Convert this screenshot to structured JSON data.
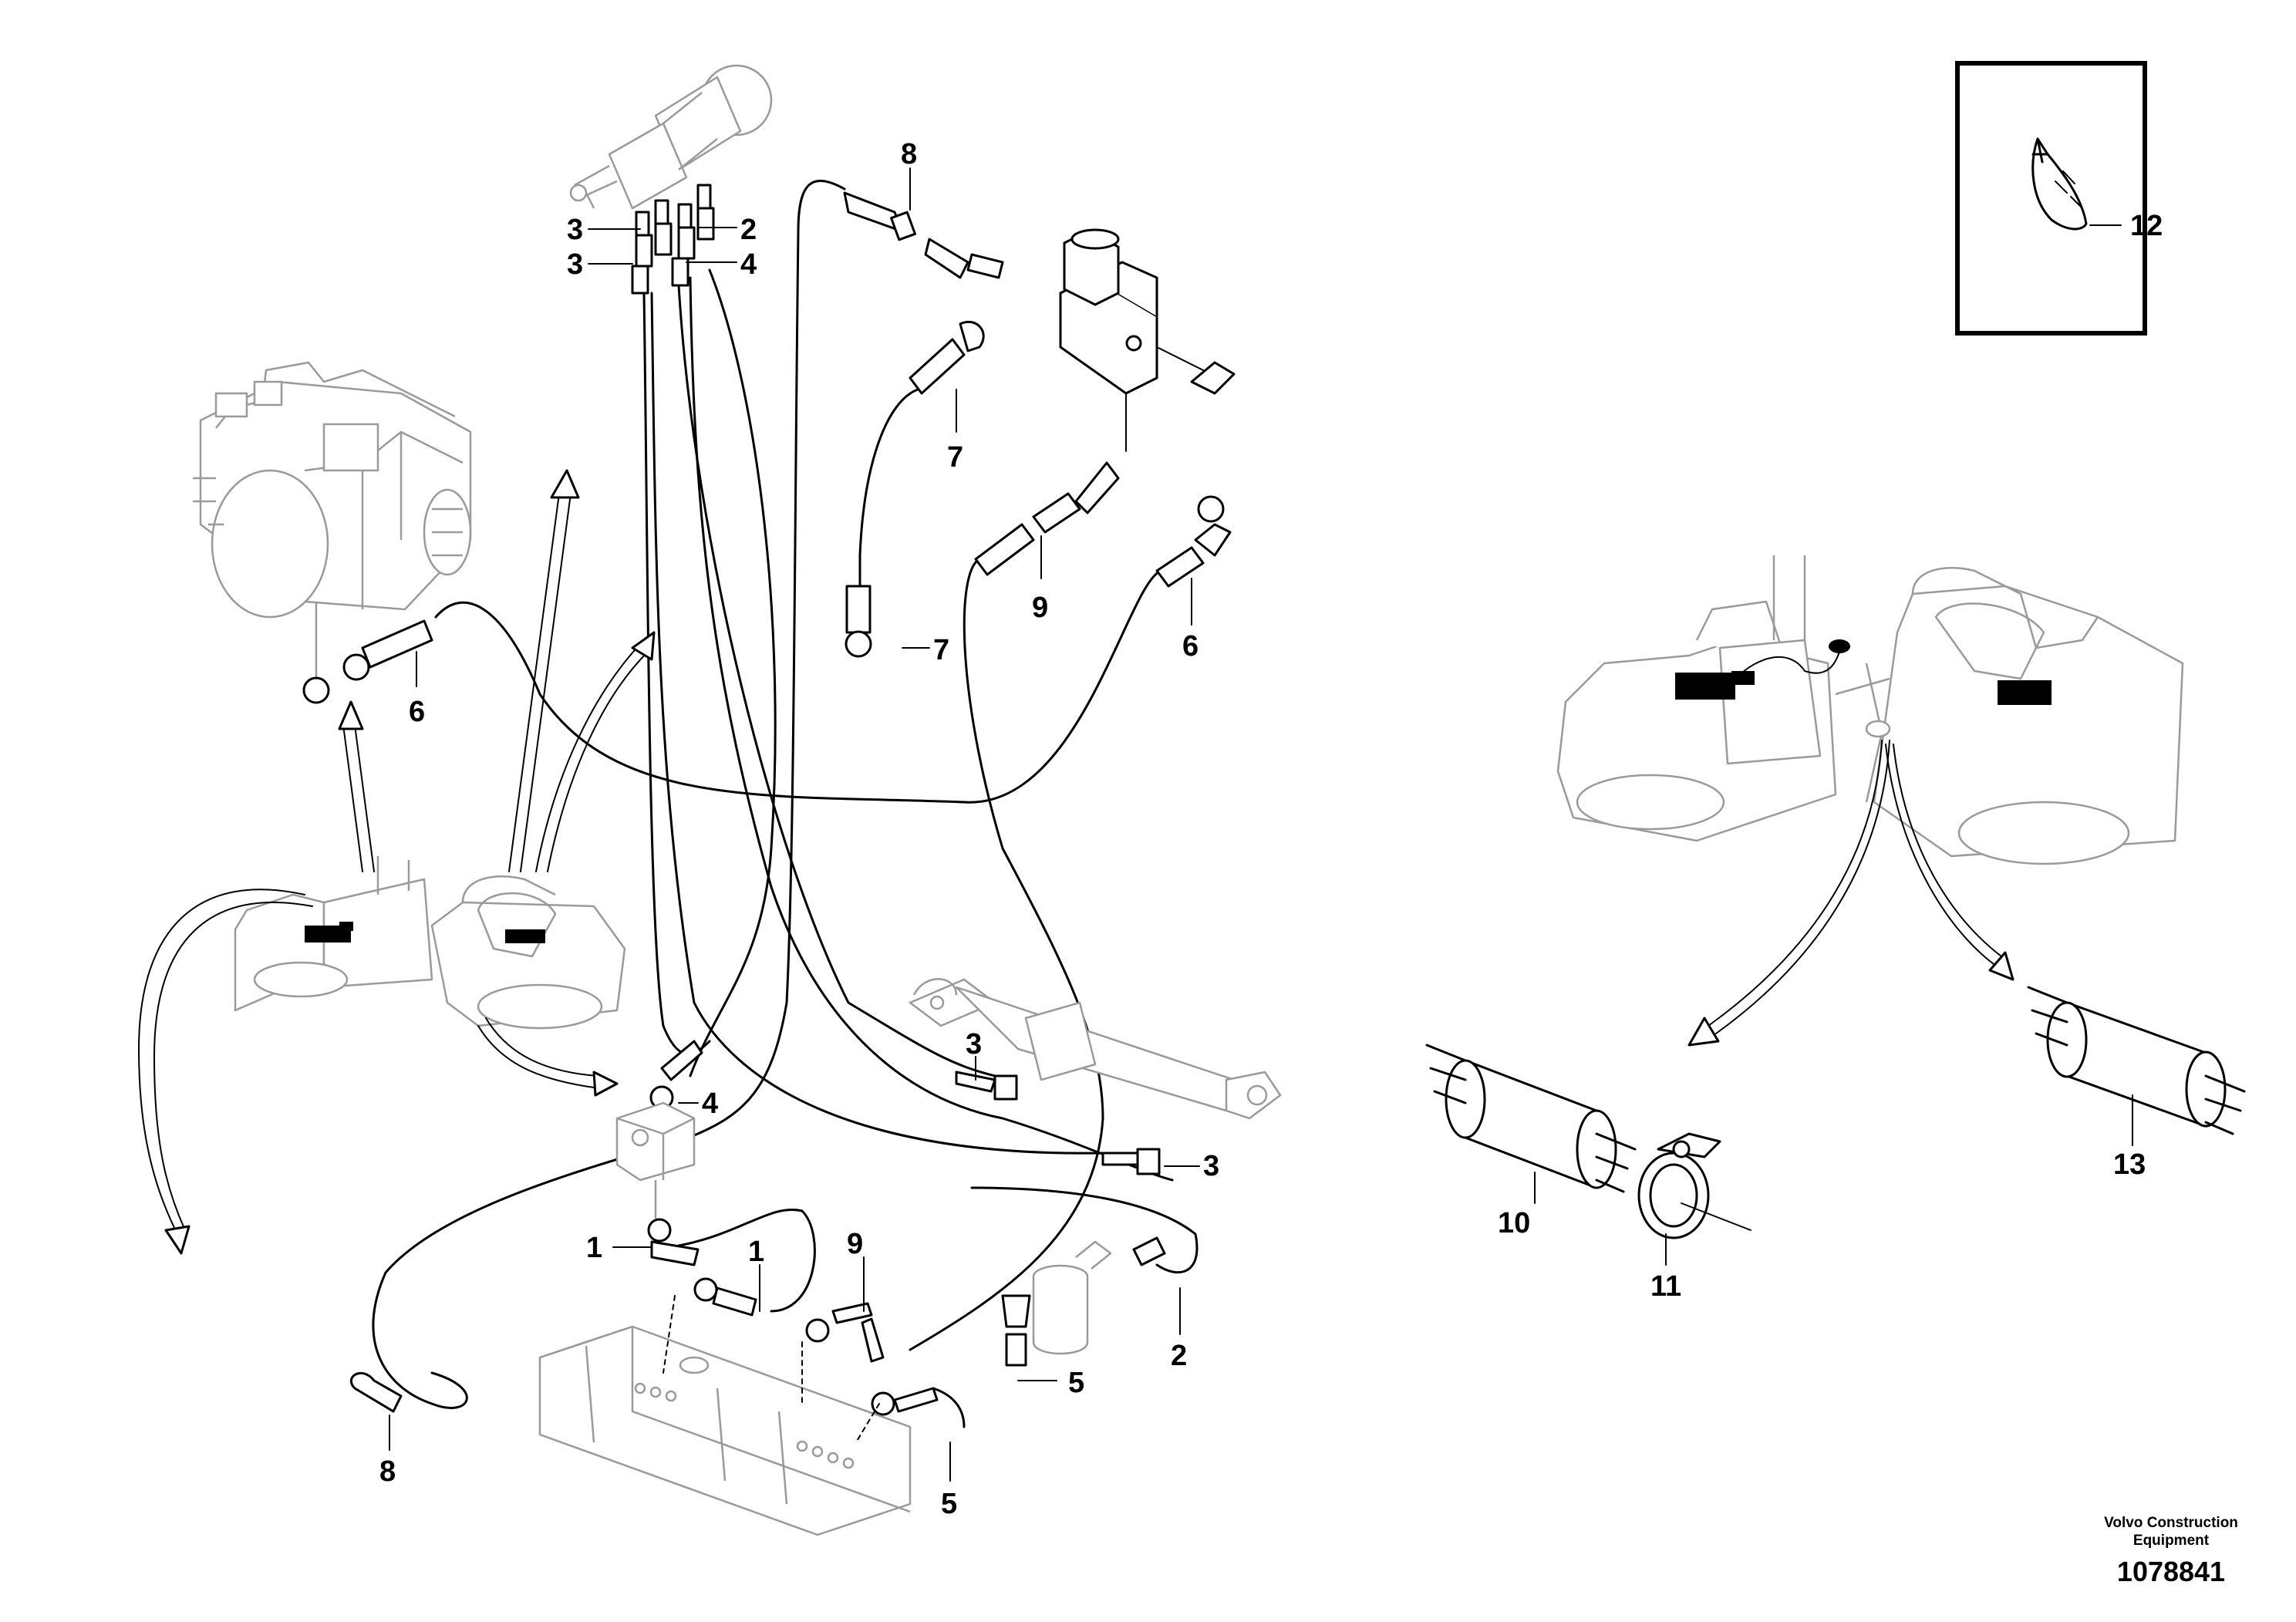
{
  "callouts": {
    "c1a": "1",
    "c1b": "1",
    "c2a": "2",
    "c2b": "2",
    "c3a": "3",
    "c3b": "3",
    "c3c": "3",
    "c3d": "3",
    "c4a": "4",
    "c4b": "4",
    "c5a": "5",
    "c5b": "5",
    "c6a": "6",
    "c6b": "6",
    "c7a": "7",
    "c7b": "7",
    "c8a": "8",
    "c8b": "8",
    "c9a": "9",
    "c9b": "9",
    "c10": "10",
    "c11": "11",
    "c12": "12",
    "c13": "13"
  },
  "footer": {
    "brand_line1": "Volvo Construction",
    "brand_line2": "Equipment",
    "drawing_number": "1078841"
  }
}
